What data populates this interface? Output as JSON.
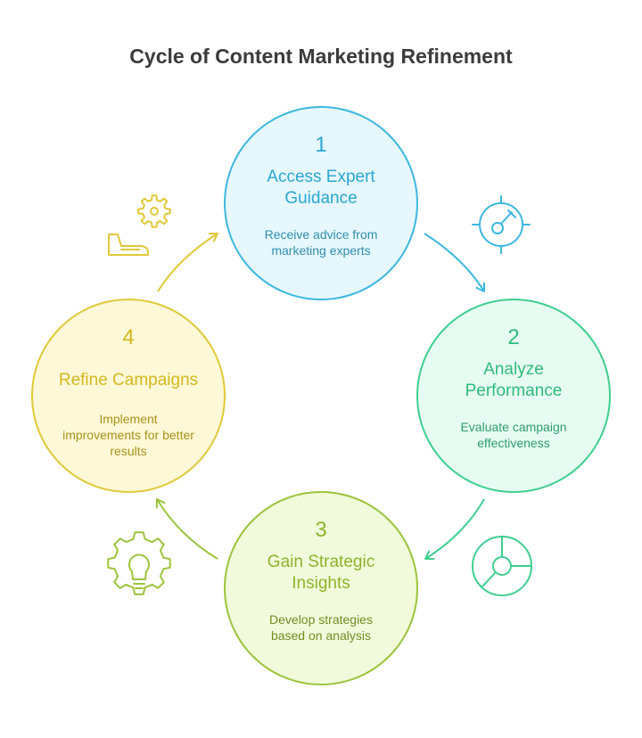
{
  "title": "Cycle of Content Marketing Refinement",
  "steps": [
    {
      "number": "1",
      "heading": [
        "Access Expert",
        "Guidance"
      ],
      "description": [
        "Receive advice from",
        "marketing experts"
      ],
      "icon": "target-icon",
      "colors": {
        "fill": "#e6f7fd",
        "stroke": "#3db8e0",
        "text": "#29a8d3",
        "desc": "#2f8fb0"
      }
    },
    {
      "number": "2",
      "heading": [
        "Analyze",
        "Performance"
      ],
      "description": [
        "Evaluate campaign",
        "effectiveness"
      ],
      "icon": "pie-chart-icon",
      "colors": {
        "fill": "#e6fbf1",
        "stroke": "#3fcf90",
        "text": "#2ebc7d",
        "desc": "#2e9e6e"
      }
    },
    {
      "number": "3",
      "heading": [
        "Gain Strategic",
        "Insights"
      ],
      "description": [
        "Develop strategies",
        "based on analysis"
      ],
      "icon": "gear-bulb-icon",
      "colors": {
        "fill": "#f1fadb",
        "stroke": "#9cc43c",
        "text": "#8cb52a",
        "desc": "#708f22"
      }
    },
    {
      "number": "4",
      "heading": [
        "Refine Campaigns"
      ],
      "description": [
        "Implement",
        "improvements for better",
        "results"
      ],
      "icon": "gear-hand-icon",
      "colors": {
        "fill": "#fdf8d7",
        "stroke": "#e0c93a",
        "text": "#d4b81e",
        "desc": "#a8921a"
      }
    }
  ]
}
